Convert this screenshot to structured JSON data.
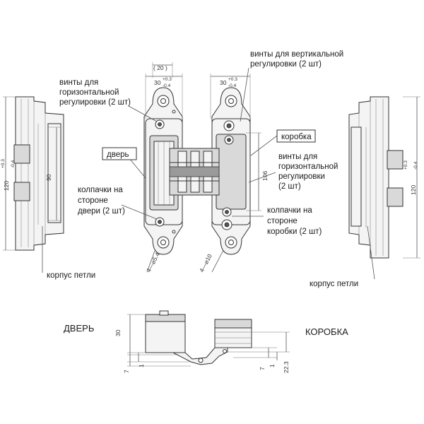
{
  "labels": {
    "screws_vertical": [
      "винты для вертикальной",
      "регулировки (2 шт)"
    ],
    "screws_horizontal_left": [
      "винты для",
      "горизонтальной",
      "регулировки (2 шт)"
    ],
    "korobka_box": "коробка",
    "screws_horizontal_right": [
      "винты для",
      "горизонтальной",
      "регулировки",
      "(2 шт)"
    ],
    "dver_box": "дверь",
    "caps_door": [
      "колпачки на",
      "стороне",
      "двери (2 шт)"
    ],
    "caps_frame": [
      "колпачки на",
      "стороне",
      "коробки (2 шт)"
    ],
    "body_left": "корпус петли",
    "body_right": "корпус петли",
    "bottom_left": "ДВЕРЬ",
    "bottom_right": "КОРОБКА"
  },
  "dimensions": {
    "top_20": "( 20 )",
    "width_30_left": "30",
    "width_30_right": "30",
    "tol_plus": "+0.3",
    "tol_minus": "-0.4",
    "height_120_left": "120",
    "height_120_right": "120",
    "height_90": "90",
    "height_106": "106",
    "holes_left": "4—⌀5.4",
    "holes_right": "4—⌀10",
    "bottom_30": "30",
    "bottom_7_left": "7",
    "bottom_1_left": "1",
    "bottom_7_right": "7",
    "bottom_1_right": "1",
    "bottom_22": "22.3"
  }
}
